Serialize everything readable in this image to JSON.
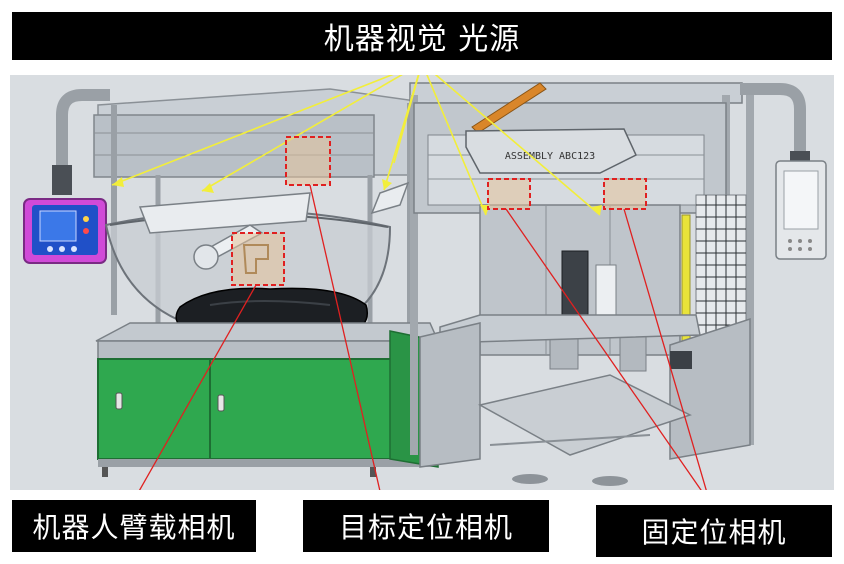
{
  "labels": {
    "top": "机器视觉 光源",
    "robot_camera": "机器人臂载相机",
    "target_camera": "目标定位相机",
    "fixed_camera": "固定位相机"
  },
  "machine_text": {
    "plate": "ASSEMBLY ABC123"
  },
  "colors": {
    "background": "#d9dde1",
    "frame": "#b8bec4",
    "cabinet_green": "#2fa84f",
    "callout_red": "#e02020",
    "light_line_yellow": "#f2ee3a",
    "label_bg": "#000000",
    "label_text": "#ffffff"
  }
}
